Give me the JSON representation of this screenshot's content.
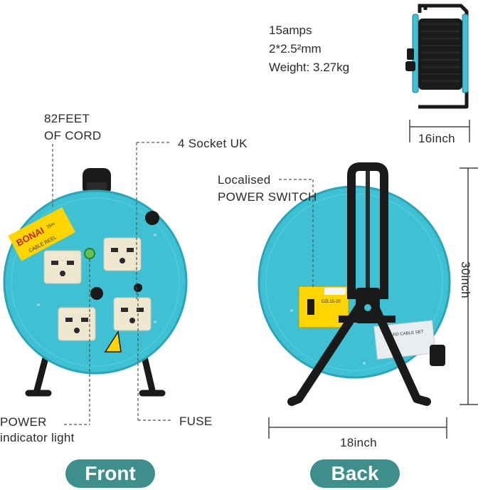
{
  "specs": {
    "current": "15amps",
    "cable": "2*2.5²mm",
    "weight": "Weight: 3.27kg"
  },
  "callouts": {
    "cord_line1": "82FEET",
    "cord_line2": "OF CORD",
    "sockets": "4 Socket UK",
    "switch_line1": "Localised",
    "switch_line2": "POWER SWITCH",
    "power_line1": "POWER",
    "power_line2": "indicator light",
    "fuse": "FUSE"
  },
  "dimensions": {
    "depth": "16inch",
    "height": "30inch",
    "width": "18inch"
  },
  "labels": {
    "front": "Front",
    "back": "Back"
  },
  "product_markings": {
    "brand": "BONAI",
    "sub_label": "CABLE REEL",
    "length_tag": "25m",
    "switch_model": "DZL15-20",
    "back_plate": "GUARD CABLE SET"
  },
  "colors": {
    "reel": "#3fc0d3",
    "frame": "#1a1a1a",
    "socket": "#efe7cf",
    "brand_sticker": "#ffd400",
    "pill": "#3e8f8b",
    "dim_line": "#444444"
  }
}
